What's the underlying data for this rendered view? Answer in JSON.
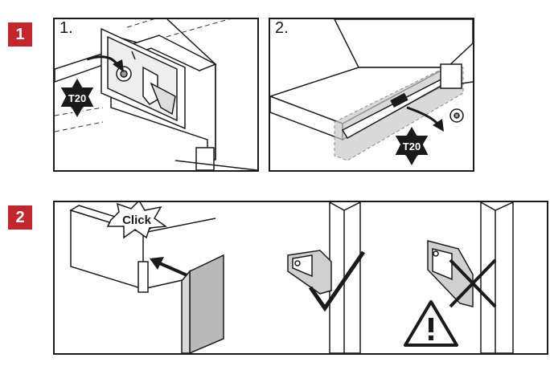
{
  "step1": {
    "badge": "1",
    "panel_a": {
      "number": "1.",
      "tool_label": "T20"
    },
    "panel_b": {
      "number": "2.",
      "tool_label": "T20"
    }
  },
  "step2": {
    "badge": "2",
    "click_label": "Click",
    "correct_mark": "check-icon",
    "wrong_mark": "cross-icon",
    "warning": "warning-triangle-icon"
  },
  "colors": {
    "badge_red": "#c4262e",
    "line": "#1a1a1a",
    "gray_part": "#b9b9b9",
    "shade": "#d9d9d9"
  }
}
